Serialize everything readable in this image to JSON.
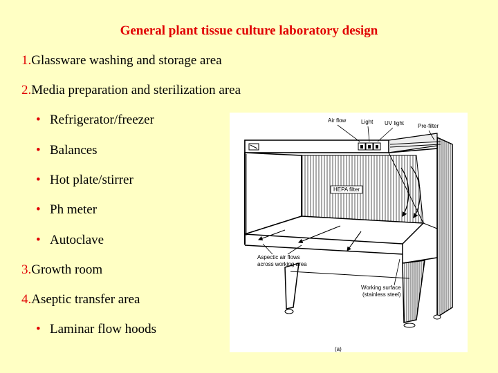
{
  "title": "General plant tissue culture laboratory design",
  "items": [
    {
      "num": "1.",
      "text": "Glassware washing and storage area"
    },
    {
      "num": "2.",
      "text": "Media preparation and sterilization area"
    },
    {
      "num": "3.",
      "text": "Growth room"
    },
    {
      "num": "4.",
      "text": "Aseptic transfer area"
    }
  ],
  "subitems_area2": [
    "Refrigerator/freezer",
    "Balances",
    "Hot plate/stirrer",
    "Ph meter",
    "Autoclave"
  ],
  "subitems_area4": [
    "Laminar flow hoods"
  ],
  "bullet_char": "•",
  "figure": {
    "labels": {
      "air_flow": "Air flow",
      "light": "Light",
      "uv_light": "UV light",
      "pre_filter": "Pre-filter",
      "hepa_filter": "HEPA filter",
      "aseptic_1": "Aspectic air flows",
      "aseptic_2": "across working area",
      "working_1": "Working surface",
      "working_2": "(stainless steel)",
      "caption": "(a)"
    }
  },
  "colors": {
    "background": "#ffffc4",
    "accent": "#e00000",
    "text": "#000000"
  }
}
